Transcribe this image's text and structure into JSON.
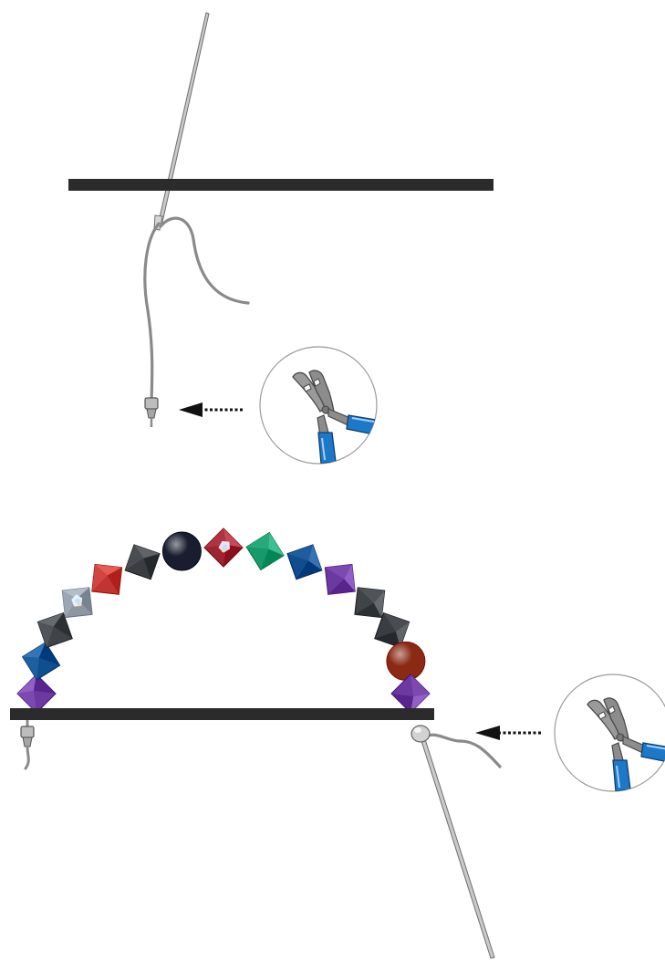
{
  "colors": {
    "bar": "#2b2b2b",
    "wire": "#8a8a8a",
    "needle": "#b9b9b9",
    "needle_outline": "#6f6f6f",
    "arrow": "#111111",
    "circle_outline": "#9a9a9a",
    "plier_metal": "#8c8c8c",
    "plier_handle": "#1e78c8",
    "crimp": "#a6a6a6"
  },
  "step1": {
    "icons": [
      "needle-icon",
      "beading-wire-icon",
      "crimp-bead-icon",
      "arrow-icon",
      "crimping-pliers-icon"
    ]
  },
  "step2": {
    "beads": [
      {
        "kind": "bicone",
        "color": "#6b3aa0"
      },
      {
        "kind": "bicone",
        "color": "#0e4f8f"
      },
      {
        "kind": "bicone",
        "color": "#404448"
      },
      {
        "kind": "bicone-ab",
        "color": "#8d97a3"
      },
      {
        "kind": "bicone",
        "color": "#c2342f"
      },
      {
        "kind": "bicone",
        "color": "#3a3d41"
      },
      {
        "kind": "round",
        "color": "#1a1d2e"
      },
      {
        "kind": "bicone-ab",
        "color": "#9e2432"
      },
      {
        "kind": "bicone",
        "color": "#169a6b"
      },
      {
        "kind": "bicone",
        "color": "#0f4d8c"
      },
      {
        "kind": "bicone",
        "color": "#6b3aa0"
      },
      {
        "kind": "bicone",
        "color": "#404448"
      },
      {
        "kind": "bicone",
        "color": "#3a3d41"
      },
      {
        "kind": "round",
        "color": "#8a2a14"
      },
      {
        "kind": "bicone",
        "color": "#6b3aa0"
      }
    ],
    "icons": [
      "bead-arch-icon",
      "crimp-bead-icon",
      "needle-icon",
      "arrow-icon",
      "crimping-pliers-icon"
    ]
  }
}
